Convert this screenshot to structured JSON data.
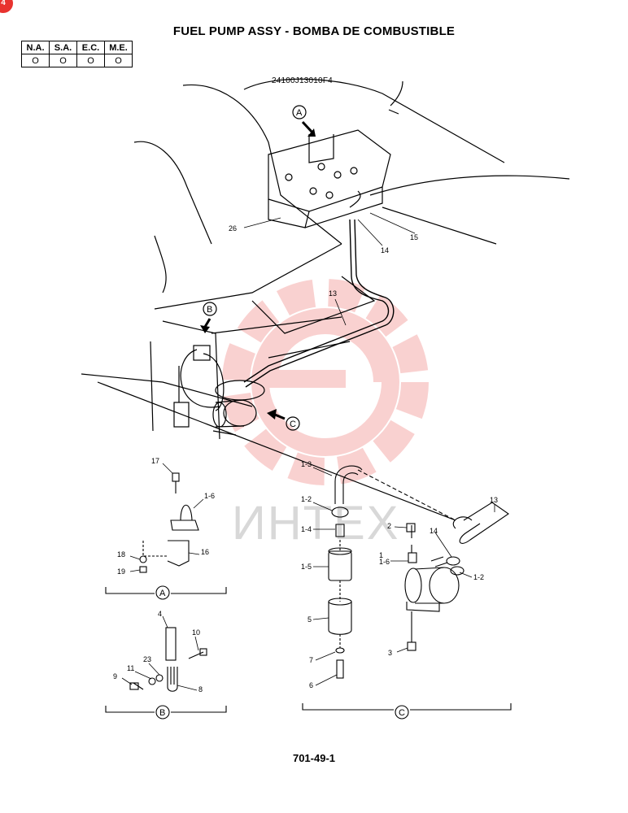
{
  "header": {
    "badge": "4",
    "title": "FUEL PUMP ASSY - BOMBA DE COMBUSTIBLE",
    "drawing_code": "24100J13010F4",
    "page_number": "701-49-1"
  },
  "spec_table": {
    "headers": [
      "N.A.",
      "S.A.",
      "E.C.",
      "M.E."
    ],
    "values": [
      "O",
      "O",
      "O",
      "O"
    ]
  },
  "watermark": {
    "text": "ИНТЕХ",
    "color": "#e8332f"
  },
  "views": {
    "a": "A",
    "b": "B",
    "c": "C"
  },
  "callouts": {
    "p26": "26",
    "p15": "15",
    "p14": "14",
    "p13": "13",
    "p17": "17",
    "p1_6": "1-6",
    "p16": "16",
    "p18": "18",
    "p19": "19",
    "p4": "4",
    "p10": "10",
    "p23": "23",
    "p11": "11",
    "p9": "9",
    "p8": "8",
    "p1_3": "1-3",
    "p1_2": "1-2",
    "p1_4": "1-4",
    "p1_5": "1-5",
    "p5": "5",
    "p7": "7",
    "p6": "6",
    "p2": "2",
    "p14b": "14",
    "p1": "1",
    "p1_6b": "1-6",
    "p1_2b": "1-2",
    "p13b": "13",
    "p3": "3"
  }
}
